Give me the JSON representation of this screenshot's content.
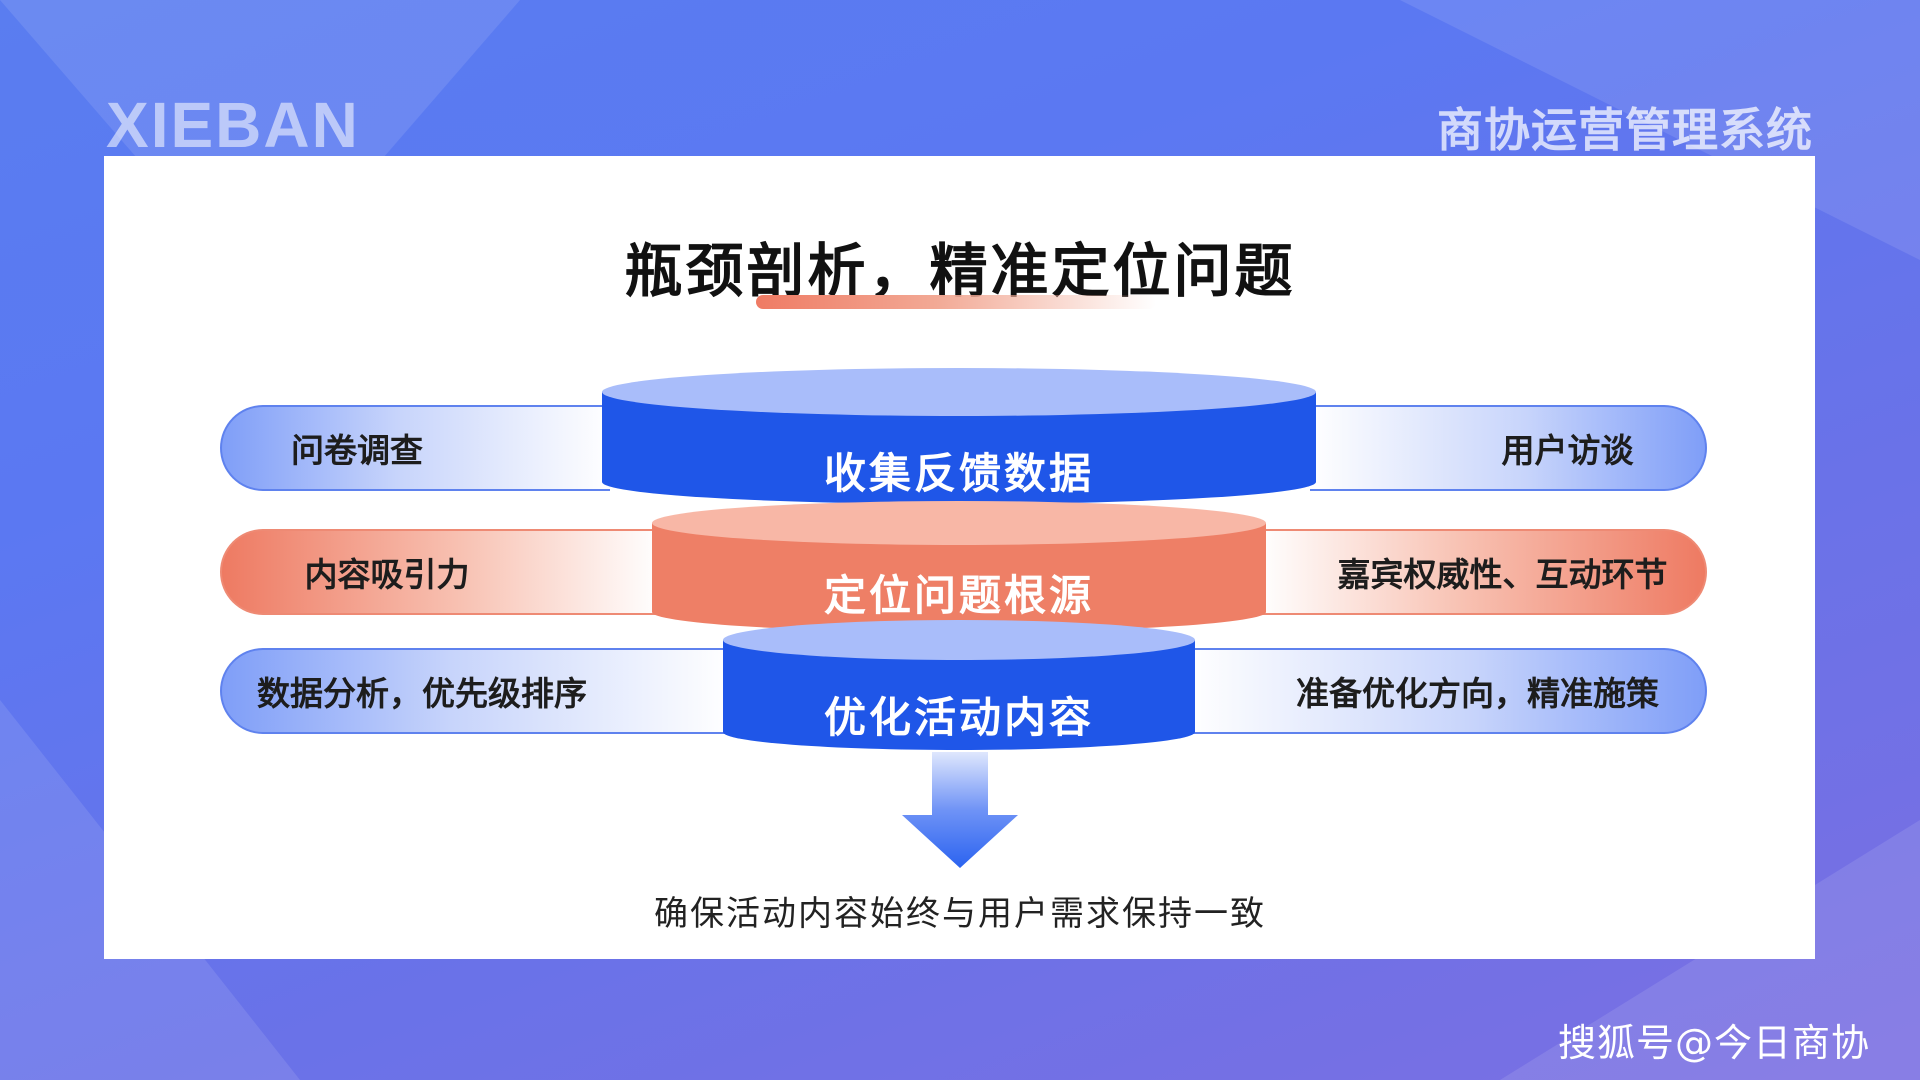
{
  "brand": "XIEBAN",
  "system_title": "商协运营管理系统",
  "main_title": "瓶颈剖析，精准定位问题",
  "colors": {
    "blue": "#1f56e8",
    "blue_top": "#a9bdfa",
    "red": "#ee7f66",
    "red_top": "#f8b7a6",
    "arrow": "#2b63f0"
  },
  "funnel": [
    {
      "layer": "收集反馈数据",
      "left": "问卷调查",
      "right": "用户访谈",
      "color": "blue"
    },
    {
      "layer": "定位问题根源",
      "left": "内容吸引力",
      "right": "嘉宾权威性、互动环节",
      "color": "red"
    },
    {
      "layer": "优化活动内容",
      "left": "数据分析，优先级排序",
      "right": "准备优化方向，精准施策",
      "color": "blue"
    }
  ],
  "conclusion": "确保活动内容始终与用户需求保持一致",
  "watermark": "搜狐号@今日商协"
}
